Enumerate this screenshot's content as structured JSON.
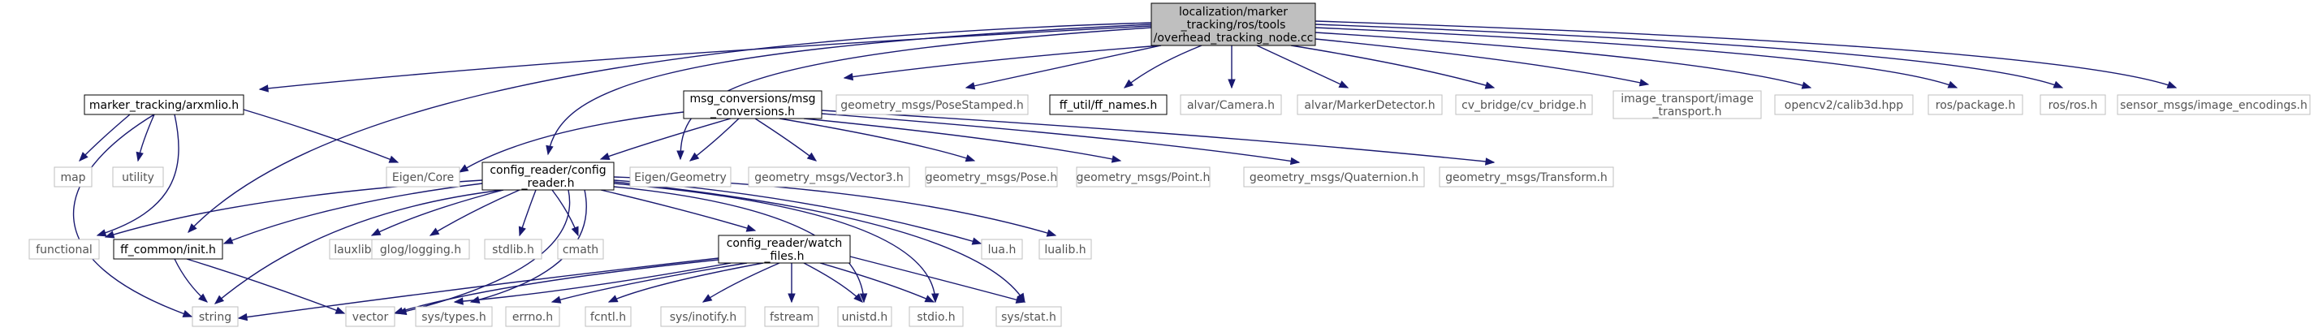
{
  "colors": {
    "edge": "#191970",
    "root_fill": "#bfbfbf",
    "border": "#000000",
    "external_border": "#bfbfbf",
    "external_text": "#545454"
  },
  "nodes": {
    "root": [
      "localization/marker",
      "_tracking/ros/tools",
      "/overhead_tracking_node.cc"
    ],
    "arxmlio": [
      "marker_tracking/arxmlio.h"
    ],
    "msg_conversions": [
      "msg_conversions/msg",
      "_conversions.h"
    ],
    "pose_stamped": [
      "geometry_msgs/PoseStamped.h"
    ],
    "ff_names": [
      "ff_util/ff_names.h"
    ],
    "alvar_camera": [
      "alvar/Camera.h"
    ],
    "marker_detector": [
      "alvar/MarkerDetector.h"
    ],
    "cv_bridge": [
      "cv_bridge/cv_bridge.h"
    ],
    "image_transport": [
      "image_transport/image",
      "_transport.h"
    ],
    "calib3d": [
      "opencv2/calib3d.hpp"
    ],
    "ros_package": [
      "ros/package.h"
    ],
    "ros_ros": [
      "ros/ros.h"
    ],
    "image_encodings": [
      "sensor_msgs/image_encodings.h"
    ],
    "map": [
      "map"
    ],
    "utility": [
      "utility"
    ],
    "eigen_core": [
      "Eigen/Core"
    ],
    "config_reader": [
      "config_reader/config",
      "_reader.h"
    ],
    "eigen_geometry": [
      "Eigen/Geometry"
    ],
    "vector3": [
      "geometry_msgs/Vector3.h"
    ],
    "pose": [
      "geometry_msgs/Pose.h"
    ],
    "point": [
      "geometry_msgs/Point.h"
    ],
    "quaternion": [
      "geometry_msgs/Quaternion.h"
    ],
    "transform": [
      "geometry_msgs/Transform.h"
    ],
    "functional": [
      "functional"
    ],
    "ff_common_init": [
      "ff_common/init.h"
    ],
    "lauxlib": [
      "lauxlib.h"
    ],
    "glog": [
      "glog/logging.h"
    ],
    "stdlib": [
      "stdlib.h"
    ],
    "cmath": [
      "cmath"
    ],
    "watch_files": [
      "config_reader/watch",
      "_files.h"
    ],
    "lua": [
      "lua.h"
    ],
    "lualib": [
      "lualib.h"
    ],
    "string": [
      "string"
    ],
    "vector": [
      "vector"
    ],
    "sys_types": [
      "sys/types.h"
    ],
    "errno": [
      "errno.h"
    ],
    "fcntl": [
      "fcntl.h"
    ],
    "sys_inotify": [
      "sys/inotify.h"
    ],
    "fstream": [
      "fstream"
    ],
    "unistd": [
      "unistd.h"
    ],
    "stdio": [
      "stdio.h"
    ],
    "sys_stat": [
      "sys/stat.h"
    ]
  }
}
